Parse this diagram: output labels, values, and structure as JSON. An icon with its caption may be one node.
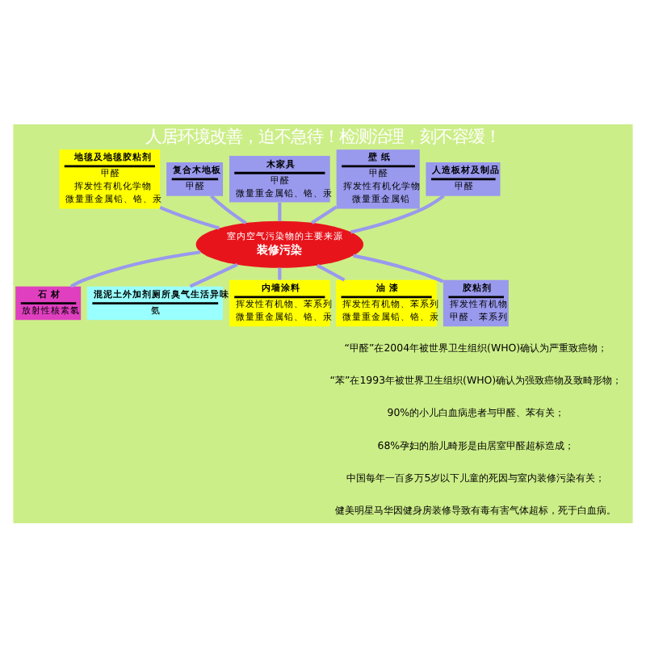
{
  "diagram": {
    "title": "人居环境改善，迫不急待！检测治理，刻不容缓！",
    "nodes": [
      {
        "text": [
          "室内空气污染物的主要来源",
          "装修污染"
        ]
      },
      {
        "text": [
          "地毯及地毯胶粘剂",
          "甲醛",
          "挥发性有机化学物",
          "微量重金属铅、铬、汞"
        ]
      },
      {
        "text": [
          "复合木地板",
          "甲醛"
        ]
      },
      {
        "text": [
          "木家具",
          "甲醛",
          "微量重金属铅、铬、汞"
        ]
      },
      {
        "text": [
          "壁 纸",
          "甲醛",
          "挥发性有机化学物",
          "微量重金属铅"
        ]
      },
      {
        "text": [
          "人造板材及制品",
          "甲醛"
        ]
      },
      {
        "text": [
          "石 材",
          "放射性核素氡"
        ]
      },
      {
        "text": [
          "混泥土外加剂厕所臭气生活异味",
          "氨"
        ]
      },
      {
        "text": [
          "内墙涂料",
          "挥发性有机物、苯系列",
          "微量重金属铅、铬、汞"
        ]
      },
      {
        "text": [
          "油 漆",
          "挥发性有机物、苯系列",
          "微量重金属铅、铬、汞"
        ]
      },
      {
        "text": [
          "胶粘剂",
          "挥发性有机物",
          "甲醛、苯系列"
        ]
      }
    ],
    "edges": [
      {
        "from": 1,
        "to": 0,
        "arrow": "none"
      },
      {
        "from": 2,
        "to": 0,
        "arrow": "none"
      },
      {
        "from": 3,
        "to": 0,
        "arrow": "none"
      },
      {
        "from": 4,
        "to": 0,
        "arrow": "none"
      },
      {
        "from": 5,
        "to": 0,
        "arrow": "none"
      },
      {
        "from": 0,
        "to": 6,
        "arrow": "none"
      },
      {
        "from": 0,
        "to": 7,
        "arrow": "none"
      },
      {
        "from": 0,
        "to": 8,
        "arrow": "none"
      },
      {
        "from": 0,
        "to": 9,
        "arrow": "none"
      },
      {
        "from": 0,
        "to": 10,
        "arrow": "none"
      }
    ],
    "labels": [
      "“甲醛”在2004年被世界卫生组织(WHO)确认为严重致癌物；",
      "“苯”在1993年被世界卫生组织(WHO)确认为强致癌物及致畸形物；",
      "90%的小儿白血病患者与甲醛、苯有关；",
      "68%孕妇的胎儿畸形是由居室甲醛超标造成；",
      "中国每年一百多万5岁以下儿童的死因与室内装修污染有关；",
      "健美明星马华因健身房装修导致有毒有害气体超标，死于白血病。"
    ]
  }
}
